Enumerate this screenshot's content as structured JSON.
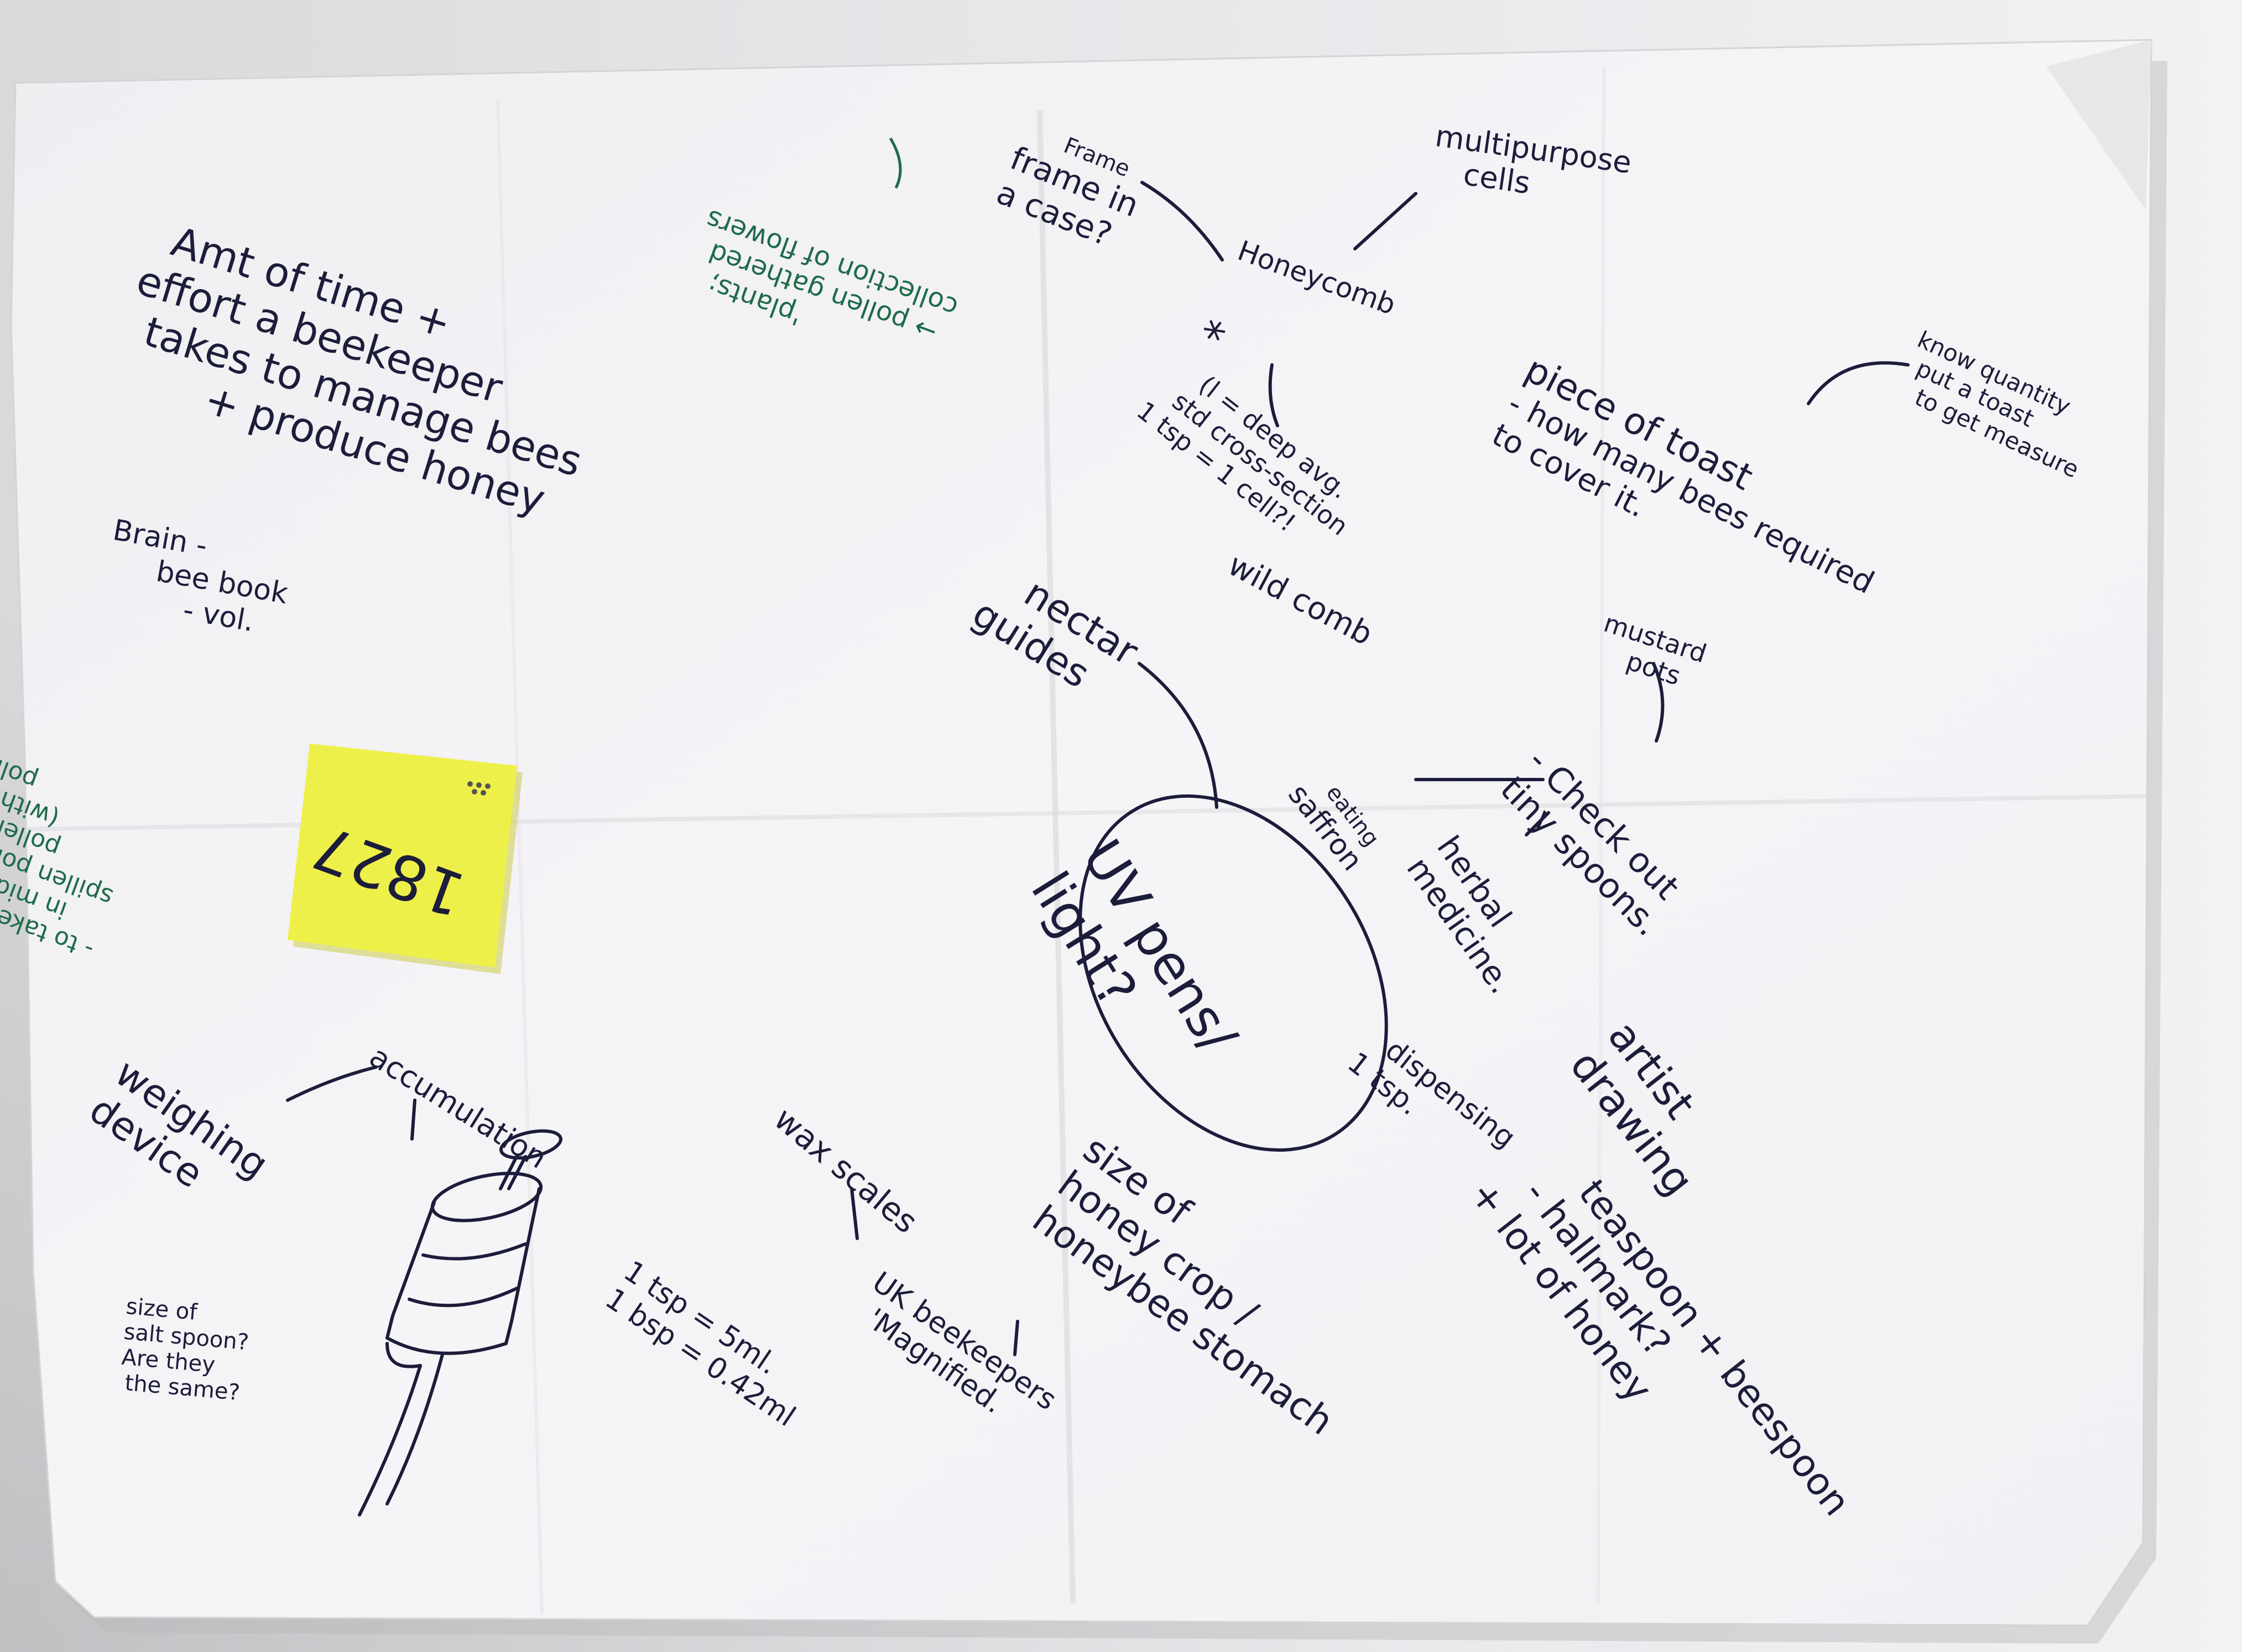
{
  "colors": {
    "paper": "#f4f3f6",
    "wall": "#e4e3e6",
    "ink_dark": "#1c1d3a",
    "ink_green": "#1e6b48",
    "sticky_note": "#eef04a"
  },
  "notes": {
    "beekeeper_effort": [
      "Amt of time +",
      "effort a beekeeper",
      "takes to manage bees",
      "+ produce honey"
    ],
    "brain": [
      "Brain -",
      "bee book",
      "- vol."
    ],
    "green_topleft_top": [
      "'plants;",
      "→ pollen gathered",
      "collection of flowers"
    ],
    "green_left": [
      "pollen",
      "(with",
      "pollen",
      "spillen pollen",
      "in middle",
      "- to take it away"
    ],
    "sticky_number": "1827",
    "frame": [
      "Frame",
      "frame in",
      "a case?"
    ],
    "multipurpose": [
      "multipurpose",
      "cells"
    ],
    "honeycomb": [
      "Honeycomb"
    ],
    "honeycomb_detail": [
      "*",
      "(l = deep avg.",
      "std cross-section",
      "1 tsp = 1 cell?!"
    ],
    "toast_quantity": [
      "know quantity",
      "put a toast",
      "to get measure"
    ],
    "toast": [
      "piece of toast",
      "- how many bees required",
      "to cover it."
    ],
    "wild_comb": "wild comb",
    "nectar": [
      "nectar",
      "guides"
    ],
    "mustard": [
      "mustard",
      "pots"
    ],
    "check_out": [
      "- Check out",
      "tiny spoons."
    ],
    "saffron": [
      "eating",
      "saffron"
    ],
    "herbal": [
      "herbal",
      "medicine."
    ],
    "uv": [
      "UV pens/",
      "light?"
    ],
    "dispensing": [
      "dispensing",
      "1 tsp."
    ],
    "artist": [
      "artist",
      "drawing"
    ],
    "teaspoon": [
      "teaspoon + beespoon",
      "- hallmark?",
      "+ lot of honey"
    ],
    "weighing": [
      "weighing",
      "device"
    ],
    "accumulation": "accumulation",
    "wax": "wax scales",
    "uk_beekeepers": [
      "UK beekeepers",
      "'Magnified."
    ],
    "size_honey_crop": [
      "size of",
      "honey crop /",
      "honeybee stomach"
    ],
    "tsp_conversion": [
      "1 tsp = 5ml.",
      "1 bsp = 0.42ml"
    ],
    "salt_spoon": [
      "size of",
      "salt spoon?",
      "Are they",
      "the same?"
    ]
  }
}
